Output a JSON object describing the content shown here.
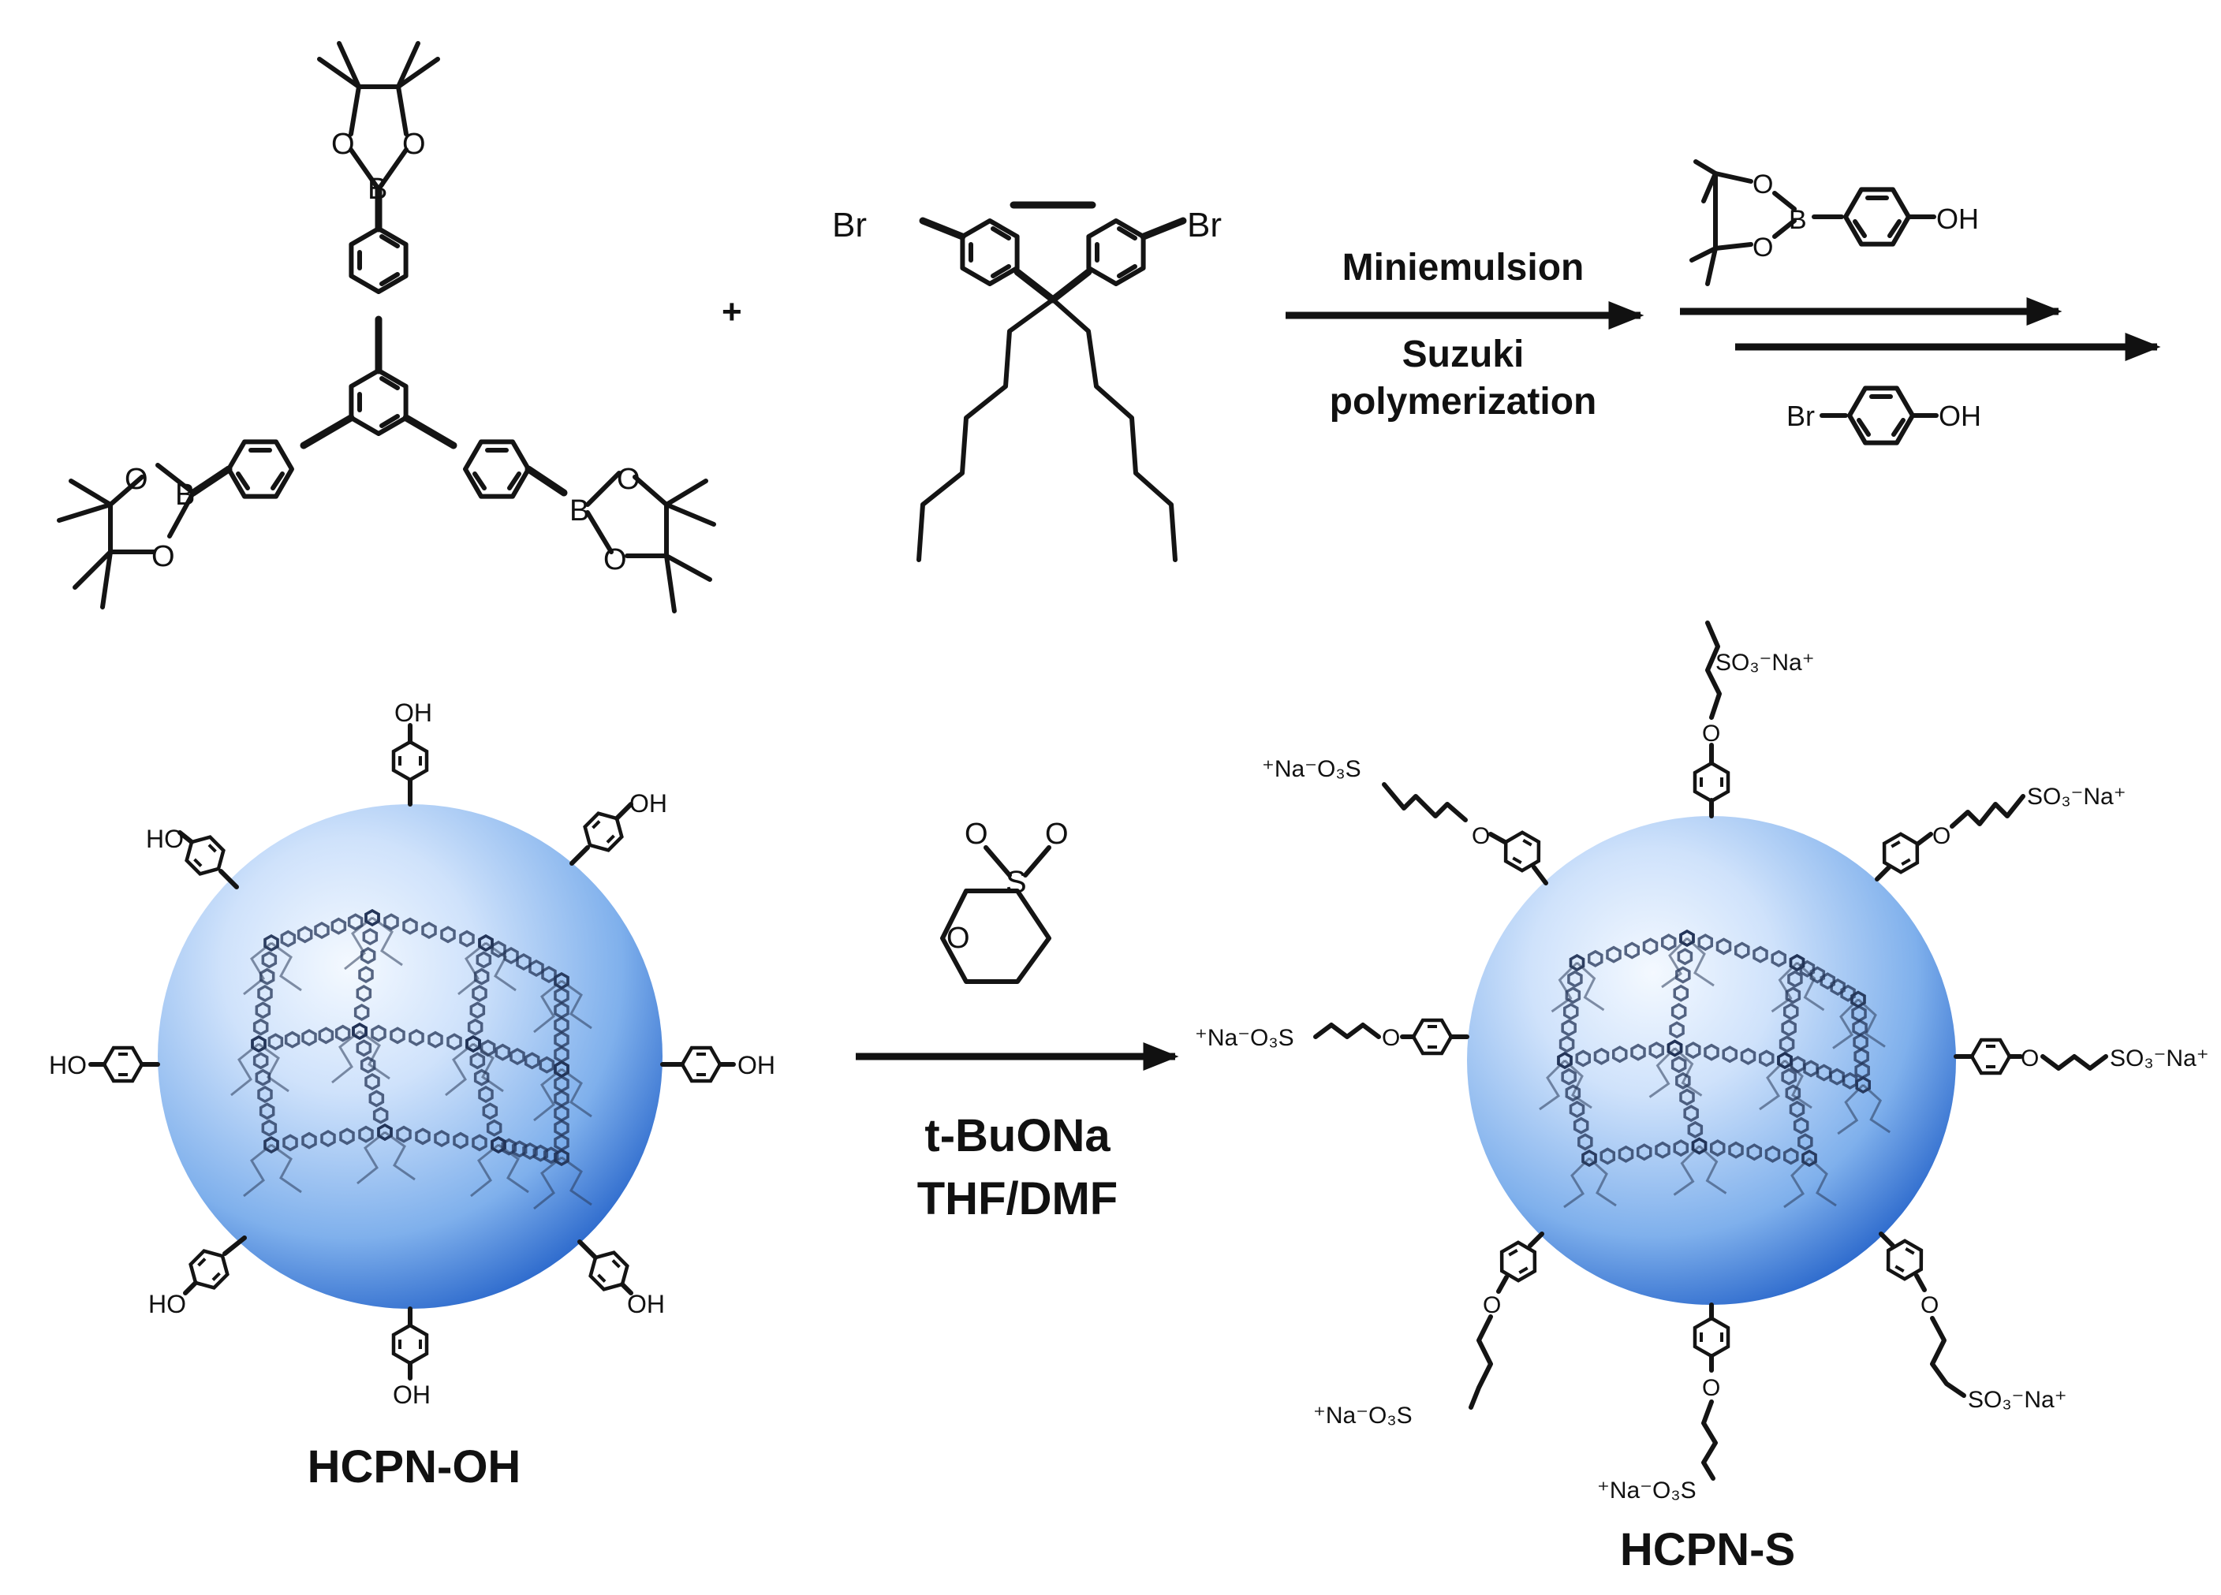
{
  "figure": {
    "monomer_A": {
      "atoms": {
        "O": "O",
        "B": "B"
      }
    },
    "plus_sign": "+",
    "monomer_B": {
      "left_substituent": "Br",
      "right_substituent": "Br"
    },
    "step1": {
      "label_top": "Miniemulsion",
      "label_bottom_1": "Suzuki",
      "label_bottom_2": "polymerization"
    },
    "step2": {
      "reagent_top_group": "OH",
      "reagent_bottom_left": "Br",
      "reagent_bottom_right": "OH"
    },
    "step3": {
      "reagent_ring_atoms": {
        "O": "O",
        "S": "S"
      },
      "condition_1": "t-BuONa",
      "condition_2": "THF/DMF"
    },
    "particle_OH": {
      "name": "HCPN-OH",
      "end_group": "OH",
      "end_group_left": "HO"
    },
    "particle_S": {
      "name": "HCPN-S",
      "chain_O": "O",
      "end_group_right": "SO₃⁻Na⁺",
      "end_group_left": "⁺Na⁻O₃S"
    },
    "colors": {
      "sphere_light": "#eaf3ff",
      "sphere_mid": "#8cb8f0",
      "sphere_dark": "#2f6fd0",
      "ink": "#111111"
    }
  }
}
